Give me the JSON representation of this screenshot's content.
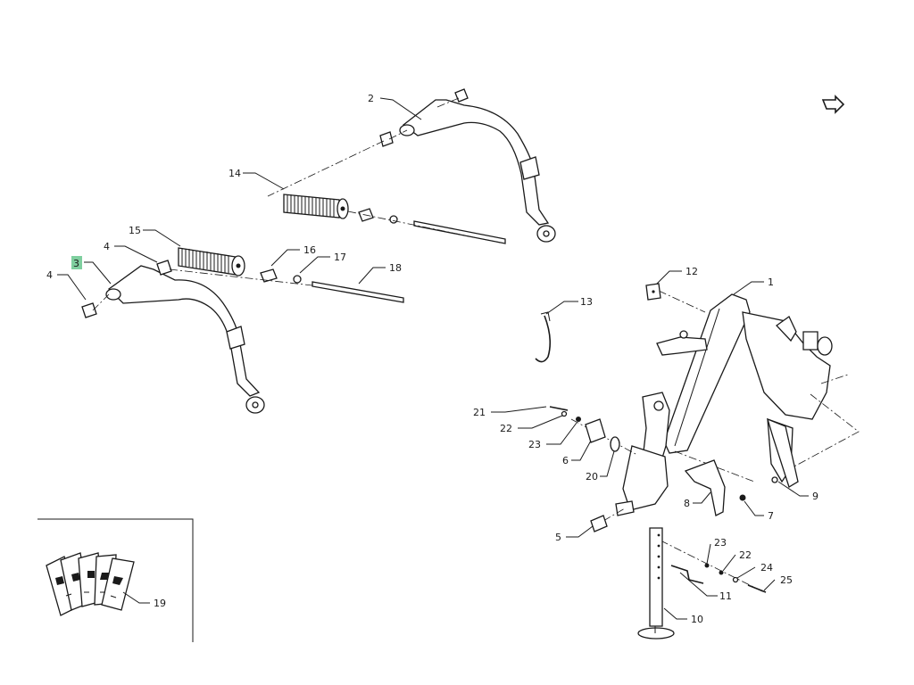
{
  "callouts": {
    "c1": "1",
    "c2": "2",
    "c3": "3",
    "c4a": "4",
    "c4b": "4",
    "c5": "5",
    "c6": "6",
    "c7": "7",
    "c8": "8",
    "c9": "9",
    "c10": "10",
    "c11": "11",
    "c12": "12",
    "c13": "13",
    "c14": "14",
    "c15": "15",
    "c16": "16",
    "c17": "17",
    "c18": "18",
    "c19": "19",
    "c20": "20",
    "c21": "21",
    "c22a": "22",
    "c22b": "22",
    "c23a": "23",
    "c23b": "23",
    "c24": "24",
    "c25": "25"
  },
  "highlighted_callout": "3",
  "colors": {
    "highlight": "#7fcf9f",
    "ink": "#1a1a1a"
  },
  "icons": {
    "orientation": "arrow-icon"
  }
}
